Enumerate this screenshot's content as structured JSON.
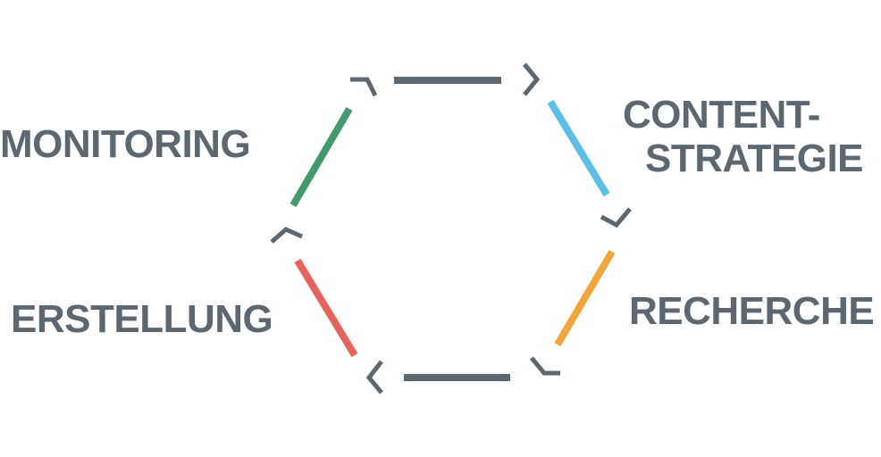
{
  "labels": {
    "monitoring": "MONITORING",
    "content_strategie_line1": "CONTENT-",
    "content_strategie_line2": "STRATEGIE",
    "recherche": "RECHERCHE",
    "erstellung": "ERSTELLUNG"
  },
  "colors": {
    "text": "#5c6770",
    "top_edge": "#5c6770",
    "bottom_edge": "#5c6770",
    "content_strategie_edge": "#5bbfe8",
    "recherche_edge": "#f2a53a",
    "erstellung_edge": "#e8625c",
    "monitoring_edge": "#3f9a6c"
  }
}
